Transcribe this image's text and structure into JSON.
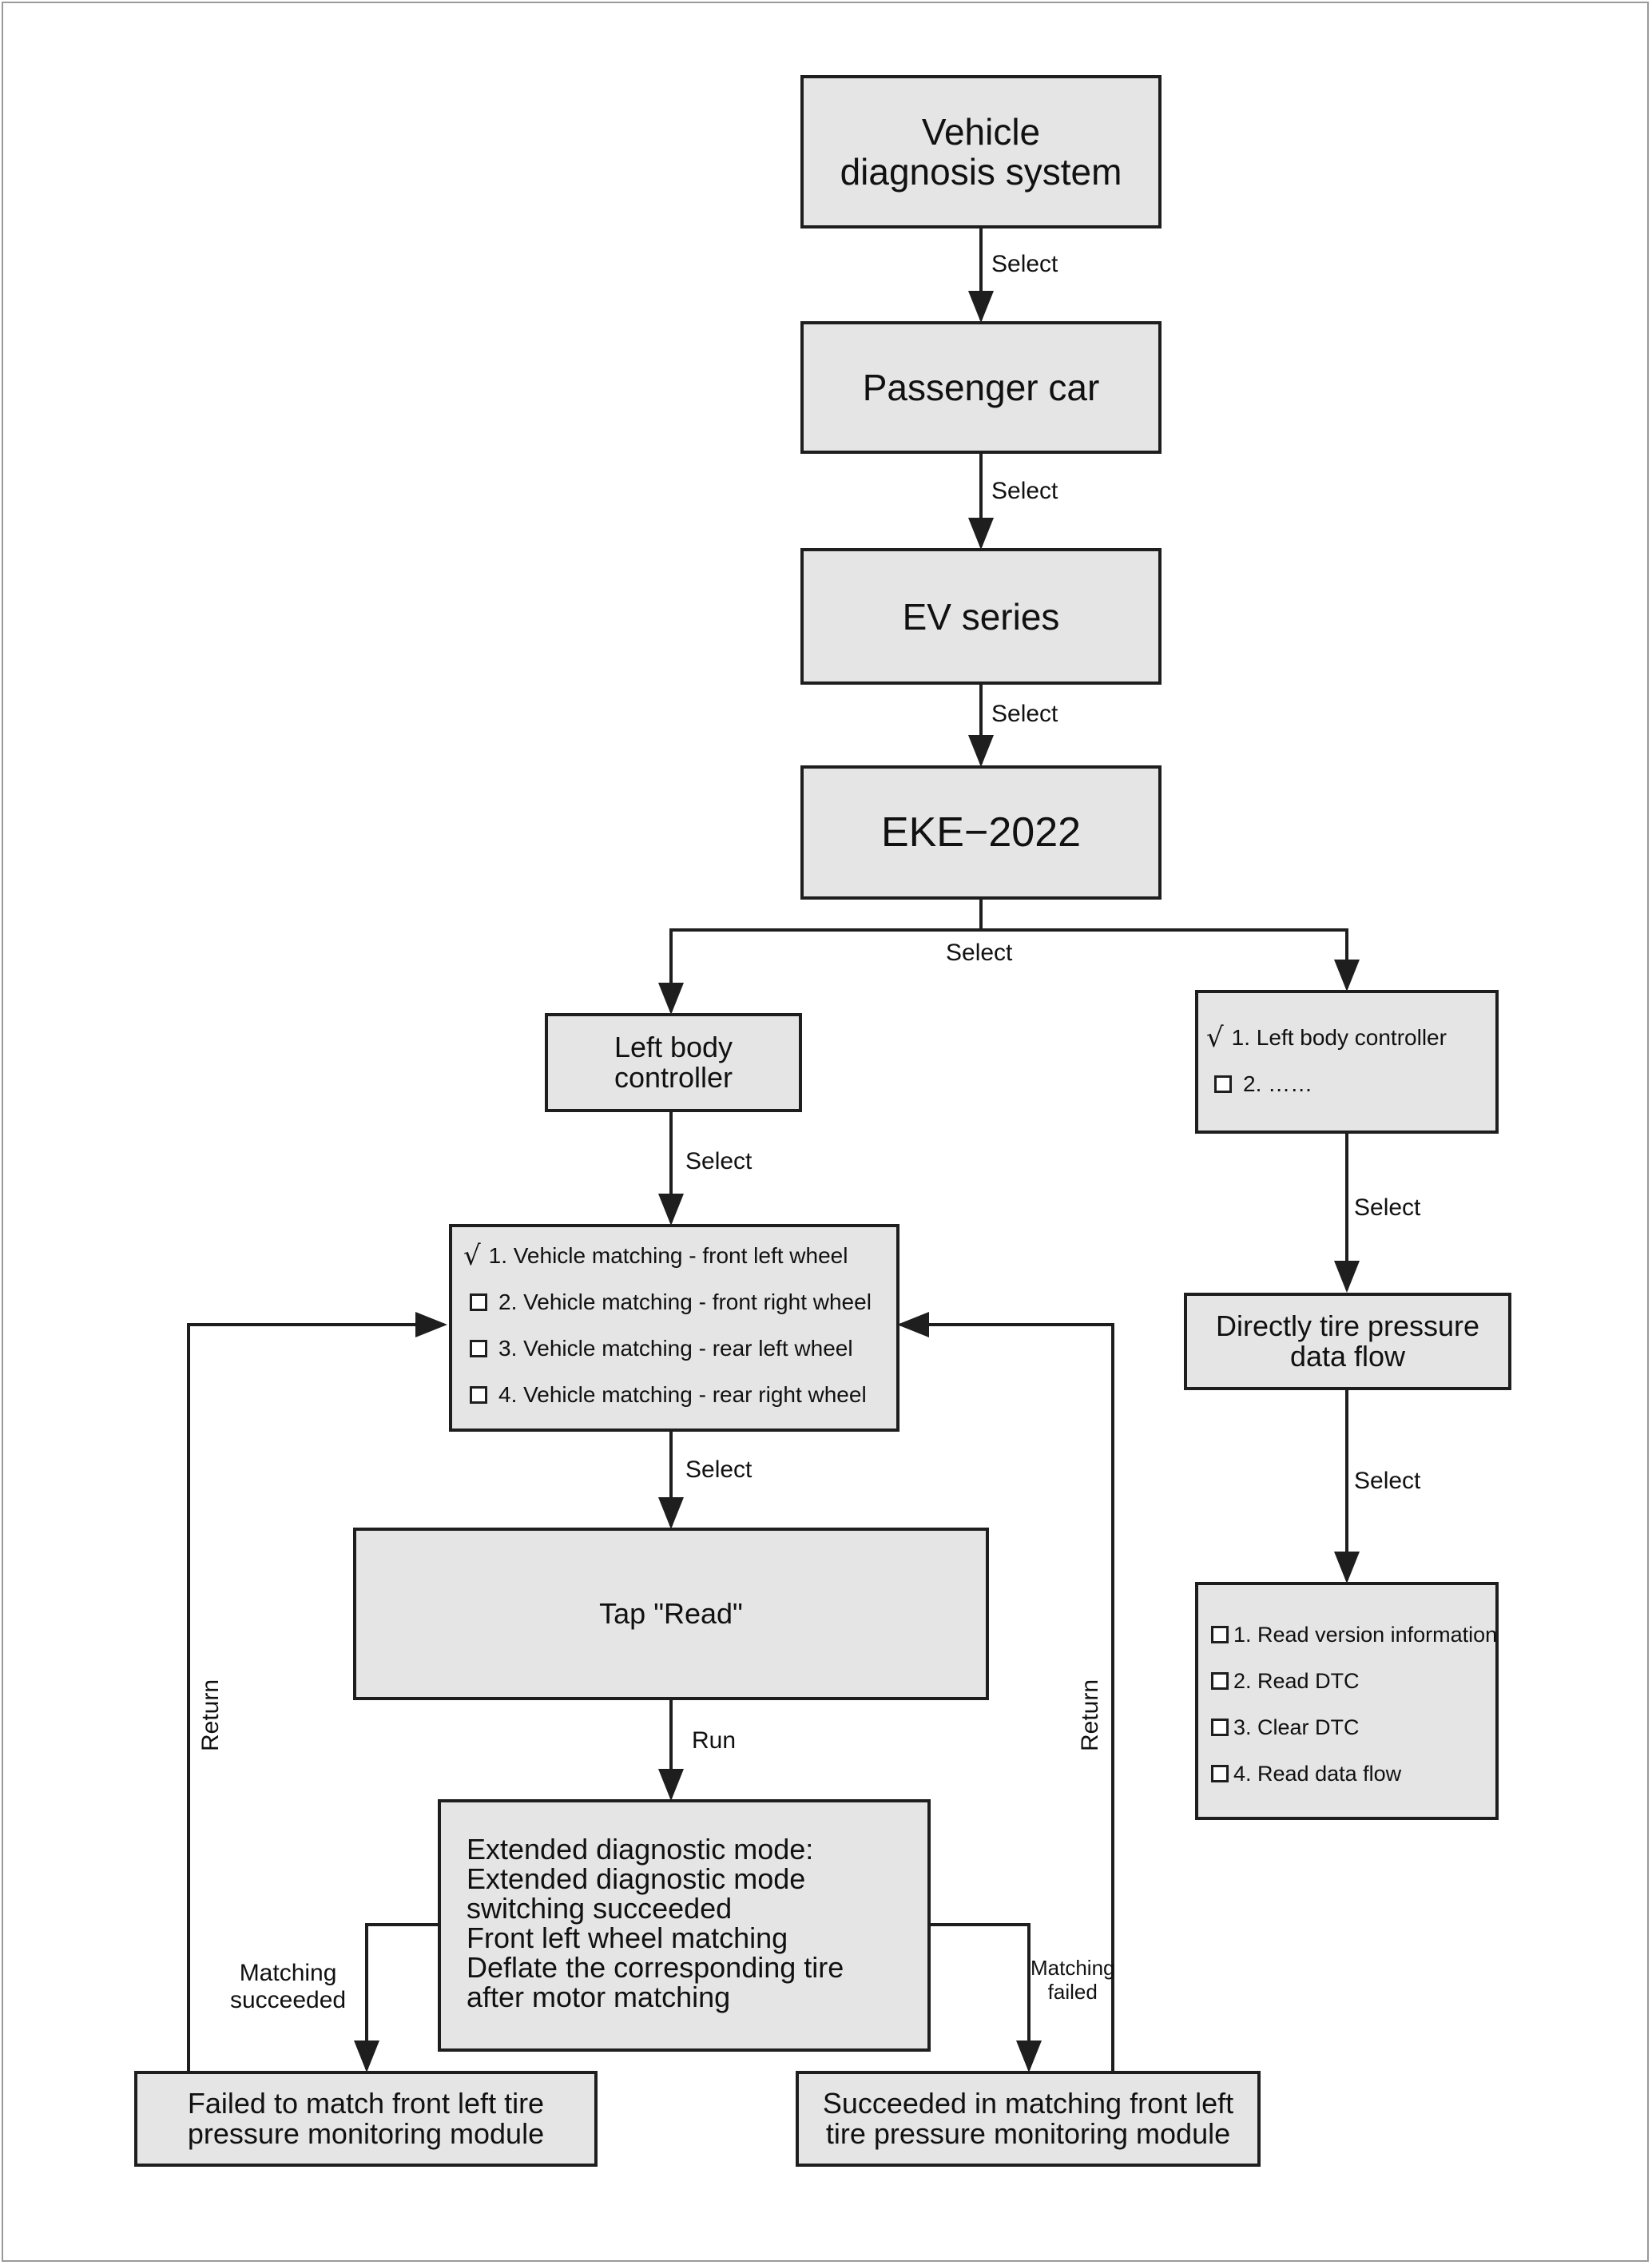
{
  "nodes": {
    "vehicle_diagnosis": "Vehicle\ndiagnosis system",
    "passenger_car": "Passenger car",
    "ev_series": "EV series",
    "eke_2022": "EKE−2022",
    "left_body_controller": "Left body\ncontroller",
    "controller_list": {
      "items": [
        {
          "checked": true,
          "text": "1. Left body controller"
        },
        {
          "checked": false,
          "text": "2. ……"
        }
      ]
    },
    "matching_list": {
      "items": [
        {
          "checked": true,
          "text": "1. Vehicle matching - front left wheel"
        },
        {
          "checked": false,
          "text": "2. Vehicle matching - front right wheel"
        },
        {
          "checked": false,
          "text": "3. Vehicle matching - rear left wheel"
        },
        {
          "checked": false,
          "text": "4. Vehicle matching - rear right wheel"
        }
      ]
    },
    "tap_read": "Tap \"Read\"",
    "extended_mode": "Extended diagnostic mode:\nExtended diagnostic mode\nswitching succeeded\nFront left wheel matching\nDeflate the corresponding tire\nafter motor matching",
    "failed_match": "Failed to match front left tire\npressure monitoring module",
    "succeeded_match": "Succeeded in matching front left\ntire pressure monitoring module",
    "tire_pressure_flow": "Directly tire pressure\ndata flow",
    "read_menu": {
      "items": [
        {
          "checked": false,
          "text": "1. Read version information"
        },
        {
          "checked": false,
          "text": "2. Read DTC"
        },
        {
          "checked": false,
          "text": "3. Clear DTC"
        },
        {
          "checked": false,
          "text": "4. Read data flow"
        }
      ]
    }
  },
  "edge_labels": {
    "select": "Select",
    "run": "Run",
    "return": "Return",
    "matching_succeeded": "Matching\nsucceeded",
    "matching_failed": "Matching\nfailed"
  },
  "icons": {
    "checked": "check-mark-icon",
    "unchecked": "checkbox-icon"
  },
  "colors": {
    "box_fill": "#e5e5e5",
    "line": "#1e1e1e"
  }
}
